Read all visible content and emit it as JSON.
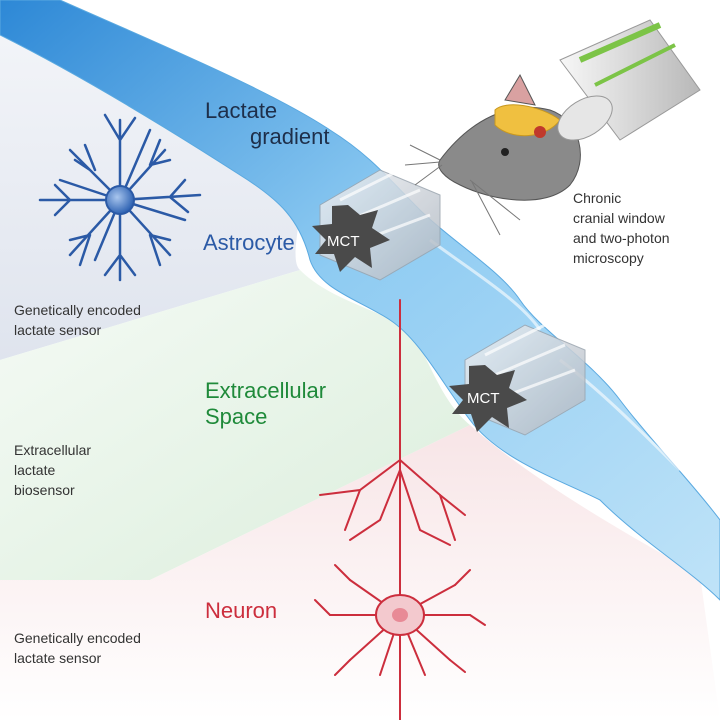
{
  "labels": {
    "lactate_gradient": [
      "Lactate",
      "gradient"
    ],
    "astrocyte": "Astrocyte",
    "extracellular_space": [
      "Extracellular",
      "Space"
    ],
    "neuron": "Neuron",
    "astro_sensor": [
      "Genetically encoded",
      "lactate sensor"
    ],
    "extracellular_biosensor": [
      "Extracellular",
      "lactate",
      "biosensor"
    ],
    "neuron_sensor": [
      "Genetically encoded",
      "lactate sensor"
    ],
    "imaging": [
      "Chronic",
      "cranial window",
      "and two-photon",
      "microscopy"
    ],
    "mct_upper": "MCT",
    "mct_lower": "MCT"
  },
  "colors": {
    "astrocyte": "#2b5aa6",
    "extracellular": "#1f8a3a",
    "neuron": "#cc2e3d",
    "gradient_blue": "#8fcaf0",
    "mct_body": "#4a4a4a"
  },
  "icons": [
    "astrocyte-cell",
    "neuron-cell",
    "mouse-head",
    "microscope-objective",
    "mct-transporter"
  ]
}
